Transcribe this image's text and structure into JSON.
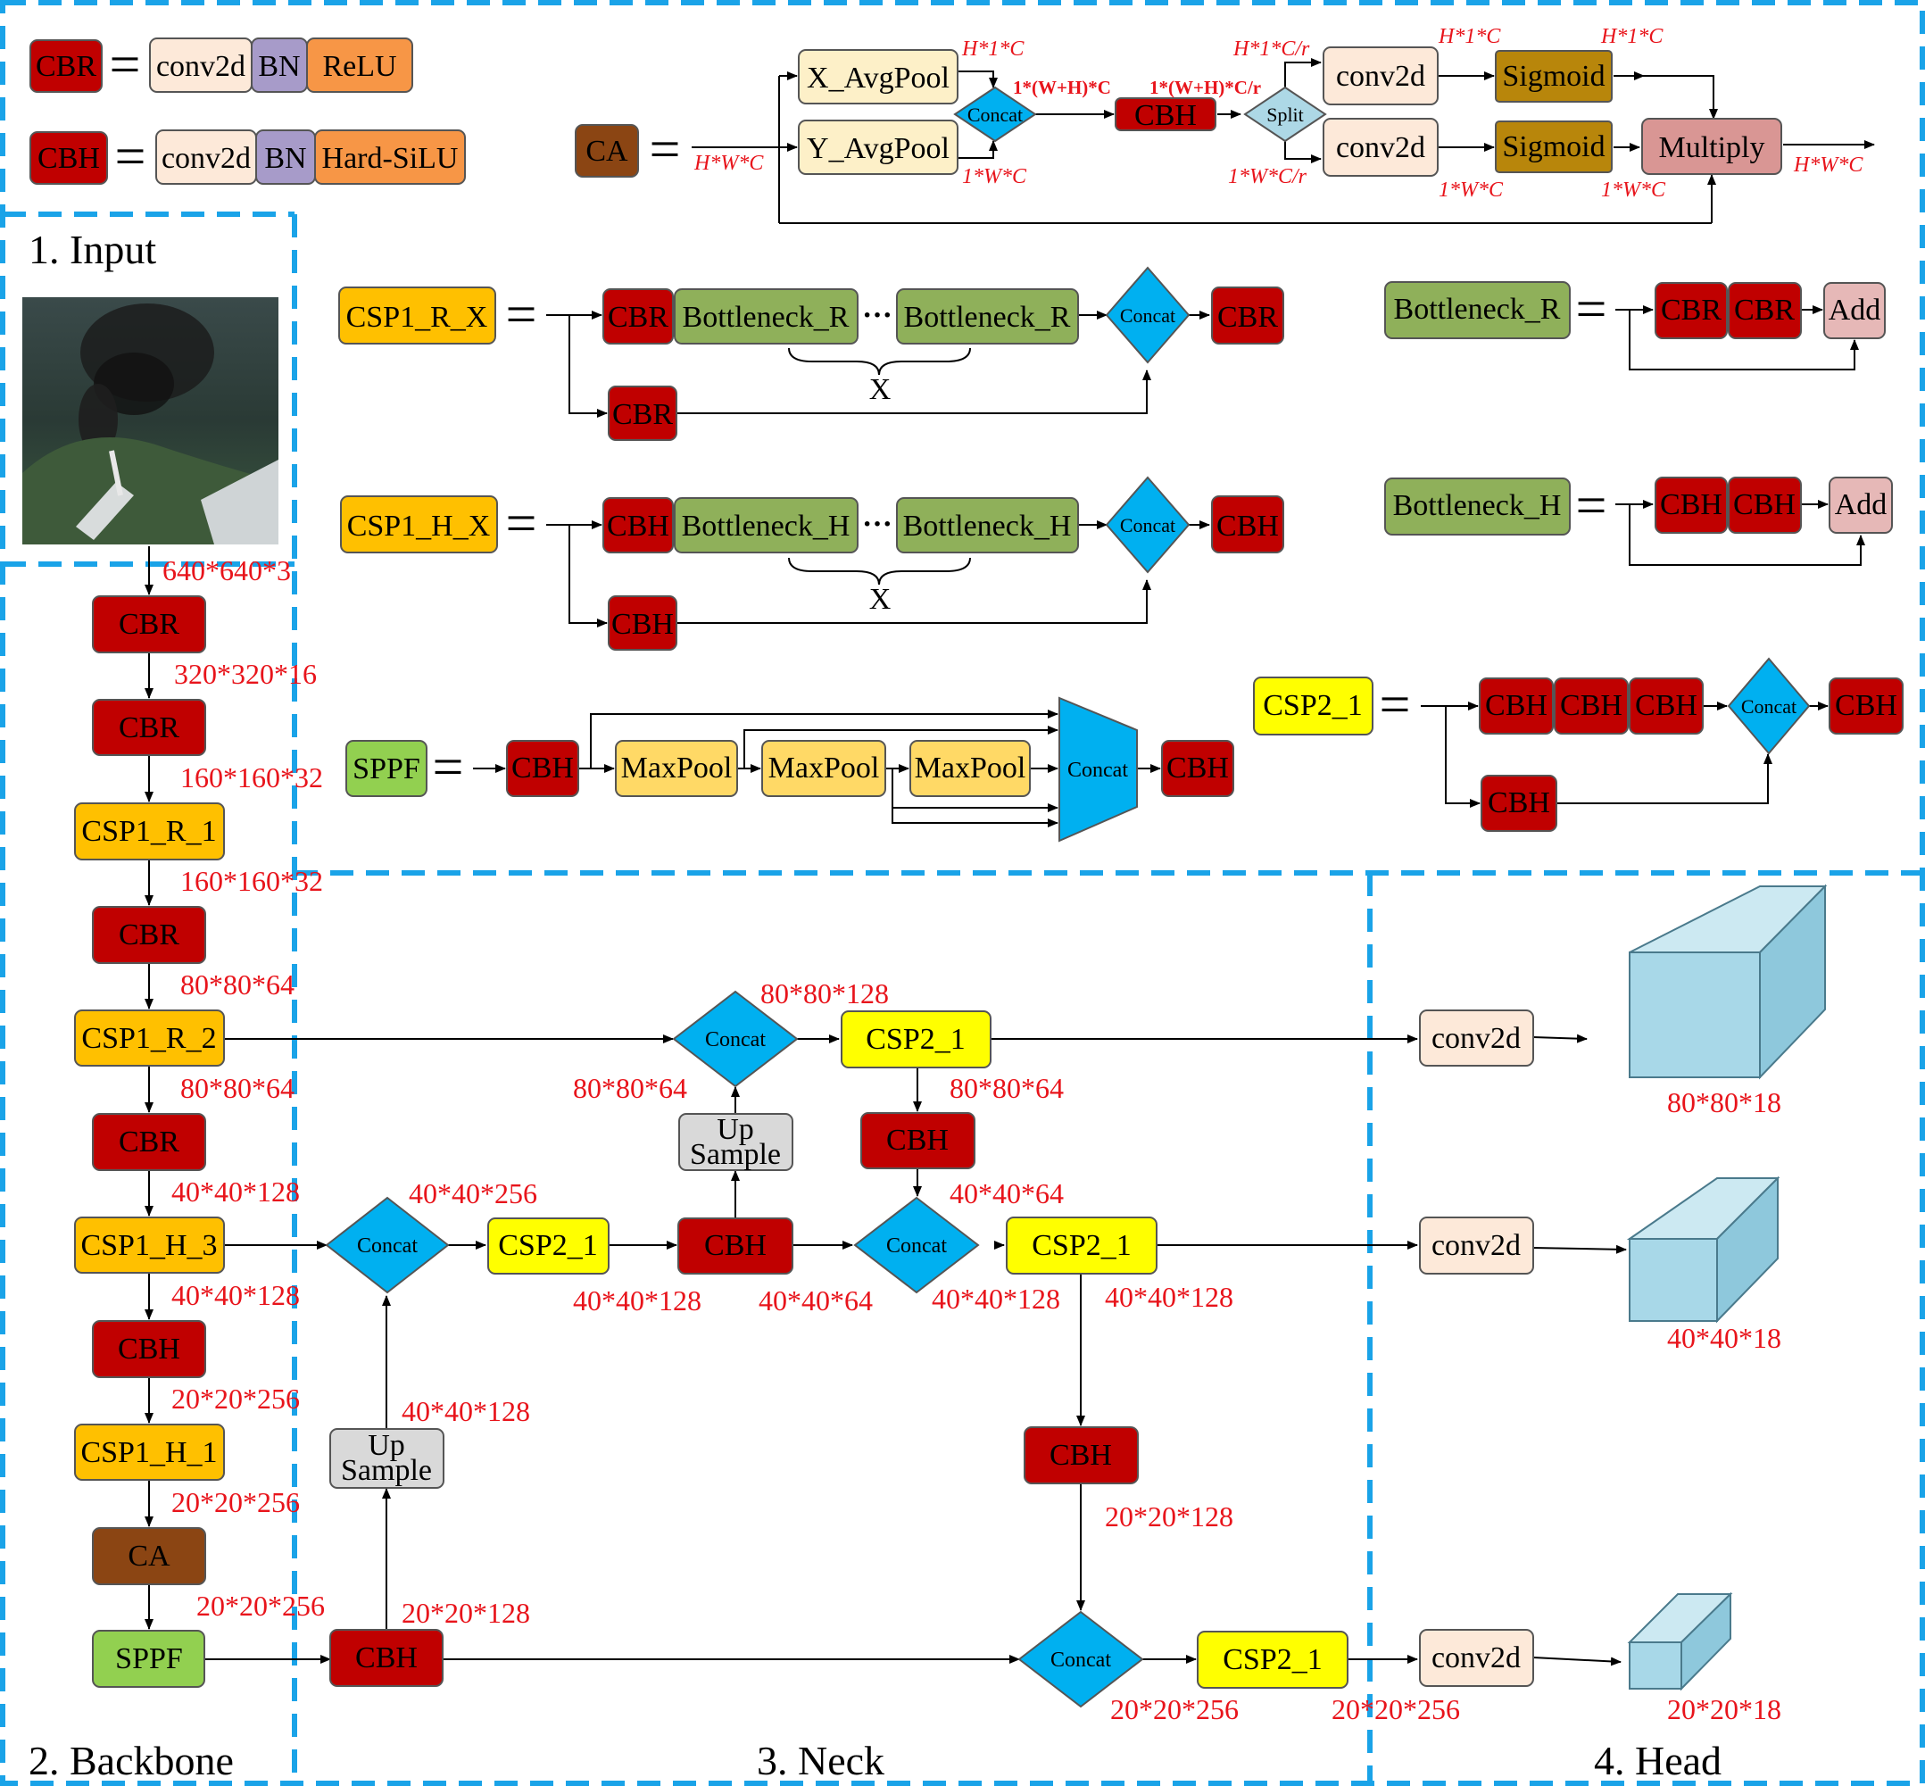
{
  "sections": {
    "input": "1. Input",
    "backbone": "2. Backbone",
    "neck": "3. Neck",
    "head": "4. Head"
  },
  "colors": {
    "cbr_cbh": "#c00000",
    "ca": "#8b4513",
    "csp1": "#ffc000",
    "csp2": "#ffff00",
    "green": "#92d050",
    "bottleneck": "#8fb05a",
    "sigmoid": "#b8860b",
    "concat": "#00b0f0",
    "upsample": "#d9d9d9",
    "conv2d": "#fde9d9",
    "bn": "#a79bc9",
    "act": "#f79646",
    "multiply": "#d99694",
    "add": "#e6b8b7",
    "cube": "#a8d8e8",
    "frame": "#1aa3e8",
    "dims": "#e8141b"
  },
  "legend": {
    "cbr": {
      "name": "CBR",
      "eq": "=",
      "parts": [
        "conv2d",
        "BN",
        "ReLU"
      ]
    },
    "cbh": {
      "name": "CBH",
      "eq": "=",
      "parts": [
        "conv2d",
        "BN",
        "Hard-SiLU"
      ]
    }
  },
  "ca_module": {
    "name": "CA",
    "eq": "=",
    "x_pool": "X_AvgPool",
    "y_pool": "Y_AvgPool",
    "concat": "Concat",
    "cbh": "CBH",
    "split": "Split",
    "conv_top": "conv2d",
    "conv_bottom": "conv2d",
    "sig_top": "Sigmoid",
    "sig_bottom": "Sigmoid",
    "multiply": "Multiply",
    "dims": {
      "in": "H*W*C",
      "x_out": "H*1*C",
      "y_out": "1*W*C",
      "concat_out": "1*(W+H)*C",
      "cbh_out": "1*(W+H)*C/r",
      "split_top": "H*1*C/r",
      "split_bottom": "1*W*C/r",
      "sig_in_top": "H*1*C",
      "sig_out_top": "H*1*C",
      "sig_in_bottom": "1*W*C",
      "sig_out_bottom": "1*W*C",
      "out": "H*W*C"
    }
  },
  "csp1_r": {
    "name": "CSP1_R_X",
    "eq": "=",
    "cbr1": "CBR",
    "b1": "Bottleneck_R",
    "dots": "···",
    "b2": "Bottleneck_R",
    "concat": "Concat",
    "cbr_out": "CBR",
    "cbr_skip": "CBR",
    "x": "X"
  },
  "csp1_h": {
    "name": "CSP1_H_X",
    "eq": "=",
    "cbh1": "CBH",
    "b1": "Bottleneck_H",
    "dots": "···",
    "b2": "Bottleneck_H",
    "concat": "Concat",
    "cbh_out": "CBH",
    "cbh_skip": "CBH",
    "x": "X"
  },
  "bottleneck_r": {
    "name": "Bottleneck_R",
    "eq": "=",
    "c1": "CBR",
    "c2": "CBR",
    "add": "Add"
  },
  "bottleneck_h": {
    "name": "Bottleneck_H",
    "eq": "=",
    "c1": "CBH",
    "c2": "CBH",
    "add": "Add"
  },
  "sppf": {
    "name": "SPPF",
    "eq": "=",
    "cbh_in": "CBH",
    "m1": "MaxPool",
    "m2": "MaxPool",
    "m3": "MaxPool",
    "concat": "Concat",
    "cbh_out": "CBH"
  },
  "csp2": {
    "name": "CSP2_1",
    "eq": "=",
    "c1": "CBH",
    "c2": "CBH",
    "c3": "CBH",
    "concat": "Concat",
    "cbh_out": "CBH",
    "cbh_skip": "CBH"
  },
  "backbone": {
    "input_dim": "640*640*3",
    "n1": "CBR",
    "d1": "320*320*16",
    "n2": "CBR",
    "d2": "160*160*32",
    "n3": "CSP1_R_1",
    "d3": "160*160*32",
    "n4": "CBR",
    "d4": "80*80*64",
    "n5": "CSP1_R_2",
    "d5": "80*80*64",
    "n6": "CBR",
    "d6": "40*40*128",
    "n7": "CSP1_H_3",
    "d7": "40*40*128",
    "n8": "CBH",
    "d8": "20*20*256",
    "n9": "CSP1_H_1",
    "d9": "20*20*256",
    "n10": "CA",
    "d10": "20*20*256",
    "n11": "SPPF"
  },
  "neck": {
    "cbh_low": "CBH",
    "cbh_low_dim": "20*20*128",
    "up1": "Up Sample",
    "up1_dim": "40*40*128",
    "concat1": "Concat",
    "concat1_dim": "40*40*256",
    "csp2a": "CSP2_1",
    "csp2a_dim": "40*40*128",
    "cbh_mid": "CBH",
    "cbh_mid_dim": "40*40*64",
    "up2": "Up Sample",
    "concat_top": "Concat",
    "concat_top_in_dim": "80*80*64",
    "concat_top_dim": "80*80*128",
    "csp2_top": "CSP2_1",
    "csp2_top_dim": "80*80*64",
    "cbh_down1": "CBH",
    "cbh_down1_dim": "40*40*64",
    "concat_mid": "Concat",
    "concat_mid_dim": "40*40*128",
    "csp2_mid": "CSP2_1",
    "csp2_mid_dim": "40*40*128",
    "cbh_down2": "CBH",
    "cbh_down2_dim": "20*20*128",
    "concat_low": "Concat",
    "concat_low_dim": "20*20*256",
    "csp2_low": "CSP2_1",
    "csp2_low_dim": "20*20*256"
  },
  "head": {
    "conv_top": "conv2d",
    "out_top": "80*80*18",
    "conv_mid": "conv2d",
    "out_mid": "40*40*18",
    "conv_low": "conv2d",
    "out_low": "20*20*18"
  }
}
